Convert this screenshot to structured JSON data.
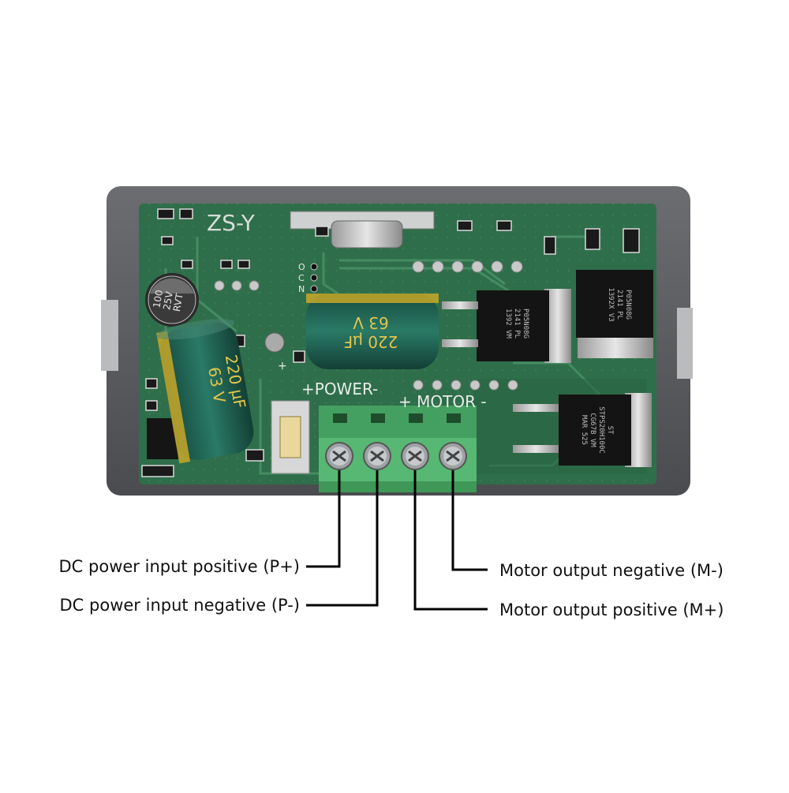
{
  "board": {
    "model_label": "ZS-Y",
    "power_label": "+POWER-",
    "motor_label": "+ MOTOR -",
    "pin_labels": [
      "O",
      "C",
      "N"
    ],
    "plus_mark": "+"
  },
  "capacitors": [
    {
      "id": "cap-small",
      "lines": [
        "100",
        "25V",
        "RVT"
      ]
    },
    {
      "id": "cap-left-large",
      "lines": [
        "220 µF",
        "63 V"
      ]
    },
    {
      "id": "cap-center-large",
      "lines": [
        "220 µF",
        "63 V"
      ]
    }
  ],
  "chips": [
    {
      "id": "mosfet-1",
      "lines": [
        "P05N08G",
        "2141 PL",
        "1392 VM"
      ]
    },
    {
      "id": "mosfet-2",
      "lines": [
        "P05N08G",
        "2141 PL",
        "1392X V3"
      ]
    },
    {
      "id": "mosfet-3",
      "lines": [
        "ST",
        "STPS20H100C",
        "CG67B VM",
        "MAR 525"
      ]
    }
  ],
  "terminals": {
    "count": 4
  },
  "callouts": {
    "p_plus": "DC power input positive (P+)",
    "p_minus": "DC power input negative (P-)",
    "m_minus": "Motor output negative (M-)",
    "m_plus": "Motor output positive (M+)"
  },
  "colors": {
    "case": "#5b5d60",
    "pcb": "#2f6e4a",
    "pcb_dark": "#1f4e35",
    "terminal": "#4fae6a",
    "capacitor": "#1e5f50",
    "capacitor_band": "#c8a82a",
    "mosfet": "#1a1a1a",
    "leader": "#000000"
  }
}
